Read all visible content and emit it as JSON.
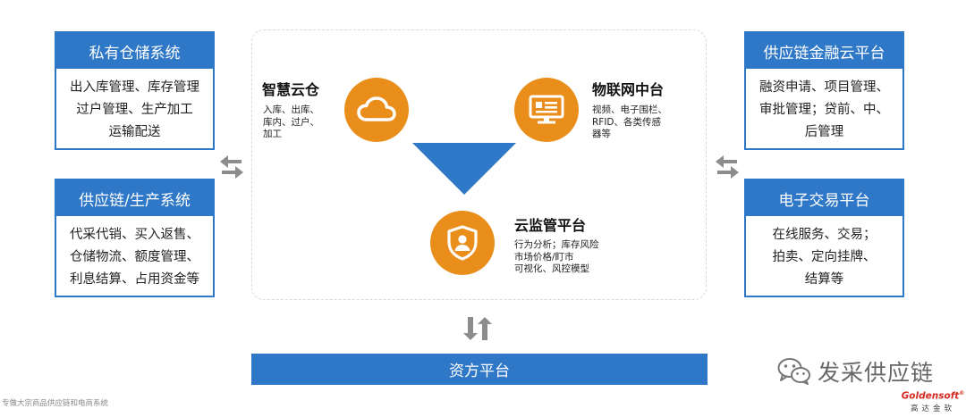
{
  "left_panels": [
    {
      "title": "私有仓储系统",
      "lines": [
        "出入库管理、库存管理",
        "过户管理、生产加工",
        "运输配送"
      ]
    },
    {
      "title": "供应链/生产系统",
      "lines": [
        "代采代销、买入返售、",
        "仓储物流、额度管理、",
        "利息结算、占用资金等"
      ]
    }
  ],
  "right_panels": [
    {
      "title": "供应链金融云平台",
      "lines": [
        "融资申请、项目管理、",
        "审批管理；贷前、中、",
        "后管理"
      ]
    },
    {
      "title": "电子交易平台",
      "lines": [
        "在线服务、交易；",
        "拍卖、定向挂牌、",
        "结算等"
      ]
    }
  ],
  "center": {
    "warehouse": {
      "title": "智慧云仓",
      "icon": "cloud-icon",
      "lines": [
        "入库、出库、",
        "库内、过户、",
        "加工"
      ]
    },
    "iot": {
      "title": "物联网中台",
      "icon": "monitor-icon",
      "lines": [
        "视频、电子围栏、",
        "RFID、各类传感",
        "器等"
      ]
    },
    "supervision": {
      "title": "云监管平台",
      "icon": "shield-user-icon",
      "lines": [
        "行为分析；库存风险",
        "市场价格/盯市",
        "可视化、风控模型"
      ]
    }
  },
  "bottom": {
    "title": "资方平台"
  },
  "footer_note": "专做大宗商品供应链和电商系统",
  "brand": {
    "icon": "wechat-icon",
    "text": "发采供应链"
  },
  "logo": {
    "en": "Goldensoft",
    "reg": "®",
    "cn": "高达金软"
  },
  "colors": {
    "primary_blue": "#2f78c8",
    "accent_orange": "#e98e1b",
    "arrow_gray": "#8c8c8c"
  }
}
